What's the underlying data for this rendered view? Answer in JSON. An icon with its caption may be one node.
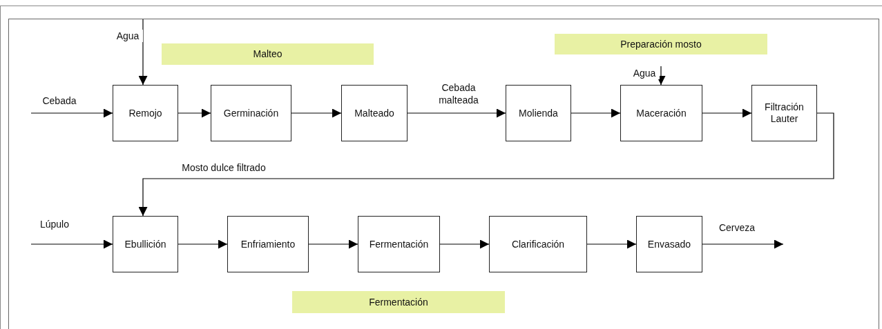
{
  "diagram": {
    "nodes": [
      {
        "text": [
          "Malteo"
        ]
      },
      {
        "text": [
          "Preparación mosto"
        ]
      },
      {
        "text": [
          "Remojo"
        ]
      },
      {
        "text": [
          "Germinación"
        ]
      },
      {
        "text": [
          "Malteado"
        ]
      },
      {
        "text": [
          "Molienda"
        ]
      },
      {
        "text": [
          "Maceración"
        ]
      },
      {
        "text": [
          "Filtración Lauter"
        ]
      },
      {
        "text": [
          "Ebullición"
        ]
      },
      {
        "text": [
          "Enfriamiento"
        ]
      },
      {
        "text": [
          "Fermentación"
        ]
      },
      {
        "text": [
          "Clarificación"
        ]
      },
      {
        "text": [
          "Envasado"
        ]
      },
      {
        "text": [
          "Fermentación"
        ]
      }
    ],
    "edges": [
      {
        "from": null,
        "to": 2,
        "arrow": "to",
        "label": "Agua"
      },
      {
        "from": null,
        "to": 2,
        "arrow": "to",
        "label": "Cebada"
      },
      {
        "from": 2,
        "to": 3,
        "arrow": "to"
      },
      {
        "from": 3,
        "to": 4,
        "arrow": "to"
      },
      {
        "from": 4,
        "to": 5,
        "arrow": "to",
        "label": "Cebada malteada"
      },
      {
        "from": null,
        "to": 6,
        "arrow": "to",
        "label": "Agua"
      },
      {
        "from": 5,
        "to": 6,
        "arrow": "to"
      },
      {
        "from": 6,
        "to": 7,
        "arrow": "to"
      },
      {
        "from": 7,
        "to": 8,
        "arrow": "to",
        "label": "Mosto dulce filtrado"
      },
      {
        "from": null,
        "to": 8,
        "arrow": "to",
        "label": "Lúpulo"
      },
      {
        "from": 8,
        "to": 9,
        "arrow": "to"
      },
      {
        "from": 9,
        "to": 10,
        "arrow": "to"
      },
      {
        "from": 10,
        "to": 11,
        "arrow": "to"
      },
      {
        "from": 11,
        "to": 12,
        "arrow": "to"
      },
      {
        "from": 12,
        "to": null,
        "arrow": "to",
        "label": "Cerveza"
      }
    ]
  }
}
